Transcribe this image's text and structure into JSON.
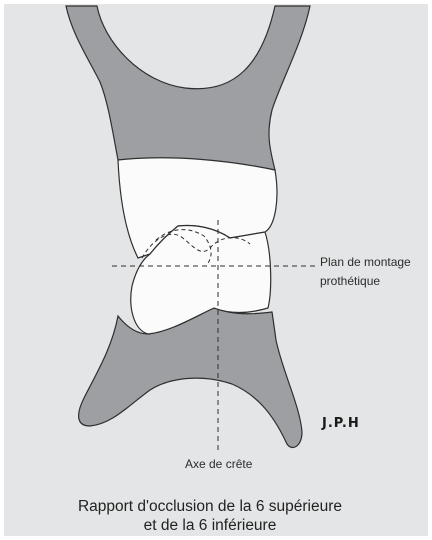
{
  "labels": {
    "plan_line1": "Plan de montage",
    "plan_line2": "prothétique",
    "axe": "Axe de crête"
  },
  "author": "J.P.H",
  "caption": {
    "line1": "Rapport d'occlusion de la 6 supérieure",
    "line2": "et de la 6 inférieure"
  },
  "colors": {
    "page": "#e4e5e6",
    "bone": "#9d9fa3",
    "tooth": "#fbfbfb",
    "outline": "#2f2f2f",
    "text": "#2c2c2c"
  }
}
